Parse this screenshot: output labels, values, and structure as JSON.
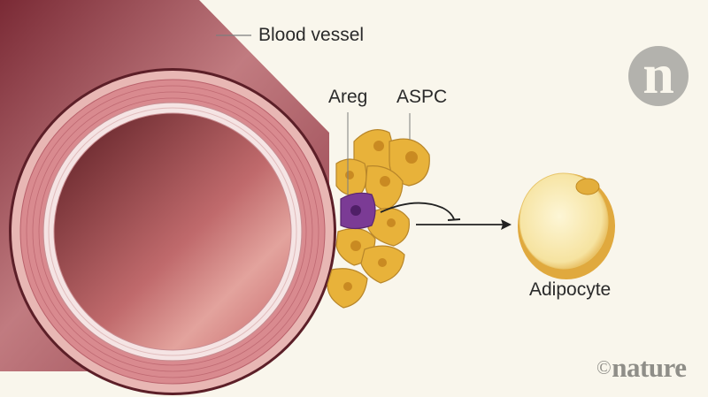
{
  "figure": {
    "labels": {
      "blood_vessel": "Blood vessel",
      "areg": "Areg",
      "aspc": "ASPC",
      "adipocyte": "Adipocyte"
    },
    "logo": {
      "letter": "n"
    },
    "credit": {
      "symbol": "©",
      "text": "nature"
    },
    "colors": {
      "background": "#f9f6ec",
      "vessel_outer": "#a4505a",
      "vessel_lumen": "#b85a5e",
      "smooth_muscle": "#d98a8f",
      "endothelium": "#f5e4e4",
      "aspc": "#e8b23a",
      "areg": "#7b3b95",
      "adipocyte": "#f8ecb4"
    },
    "interactions": [
      {
        "from": "Areg",
        "to": "ASPC",
        "type": "inhibition"
      },
      {
        "from": "ASPC",
        "to": "Adipocyte",
        "type": "differentiation"
      }
    ]
  }
}
